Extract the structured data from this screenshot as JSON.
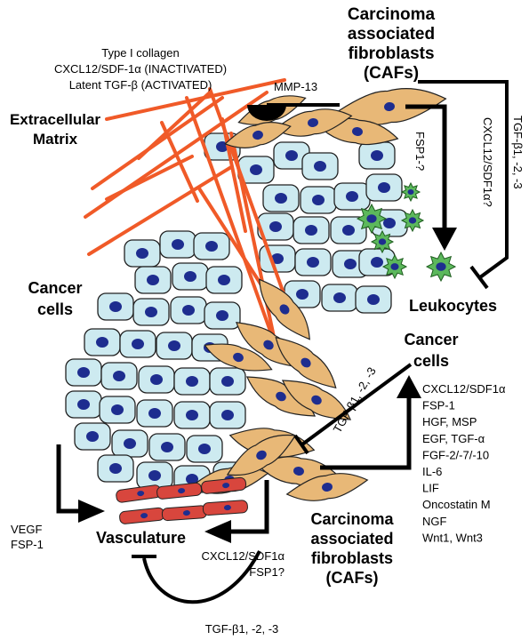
{
  "labels": {
    "caf_top": [
      "Carcinoma",
      "associated",
      "fibroblasts",
      "(CAFs)"
    ],
    "caf_bottom": [
      "Carcinoma",
      "associated",
      "fibroblasts",
      "(CAFs)"
    ],
    "ecm_list": [
      "Type I collagen",
      "CXCL12/SDF-1α (INACTIVATED)",
      "Latent TGF-β (ACTIVATED)"
    ],
    "ecm_title": [
      "Extracellular",
      "Matrix"
    ],
    "mmp": "MMP-13",
    "caf_to_leuk_vertical": [
      "CXCL12/SDF1α?",
      "FSP1-?"
    ],
    "tgf_right_vertical": "TGF-β1, -2, -3",
    "leukocytes": "Leukocytes",
    "cancer_left": [
      "Cancer",
      "cells"
    ],
    "cancer_right": [
      "Cancer",
      "cells"
    ],
    "tgf_diag": "TGF-β1, -2, -3",
    "factors_list": [
      "CXCL12/SDF1α",
      "FSP-1",
      "HGF, MSP",
      "EGF, TGF-α",
      "FGF-2/-7/-10",
      "IL-6",
      "LIF",
      "Oncostatin M",
      "NGF",
      "Wnt1, Wnt3"
    ],
    "vegf_label": [
      "VEGF",
      "FSP-1"
    ],
    "vasculature": "Vasculature",
    "caf_to_vasc": [
      "CXCL12/SDF1α",
      "FSP1?"
    ],
    "tgf_bottom": "TGF-β1, -2, -3"
  },
  "colors": {
    "cancer_fill": "#cdeaf0",
    "nucleus": "#1e2d8f",
    "fibroblast": "#e8b877",
    "collagen": "#f05a28",
    "leukocyte": "#5cb85c",
    "vessel": "#d8463d"
  }
}
